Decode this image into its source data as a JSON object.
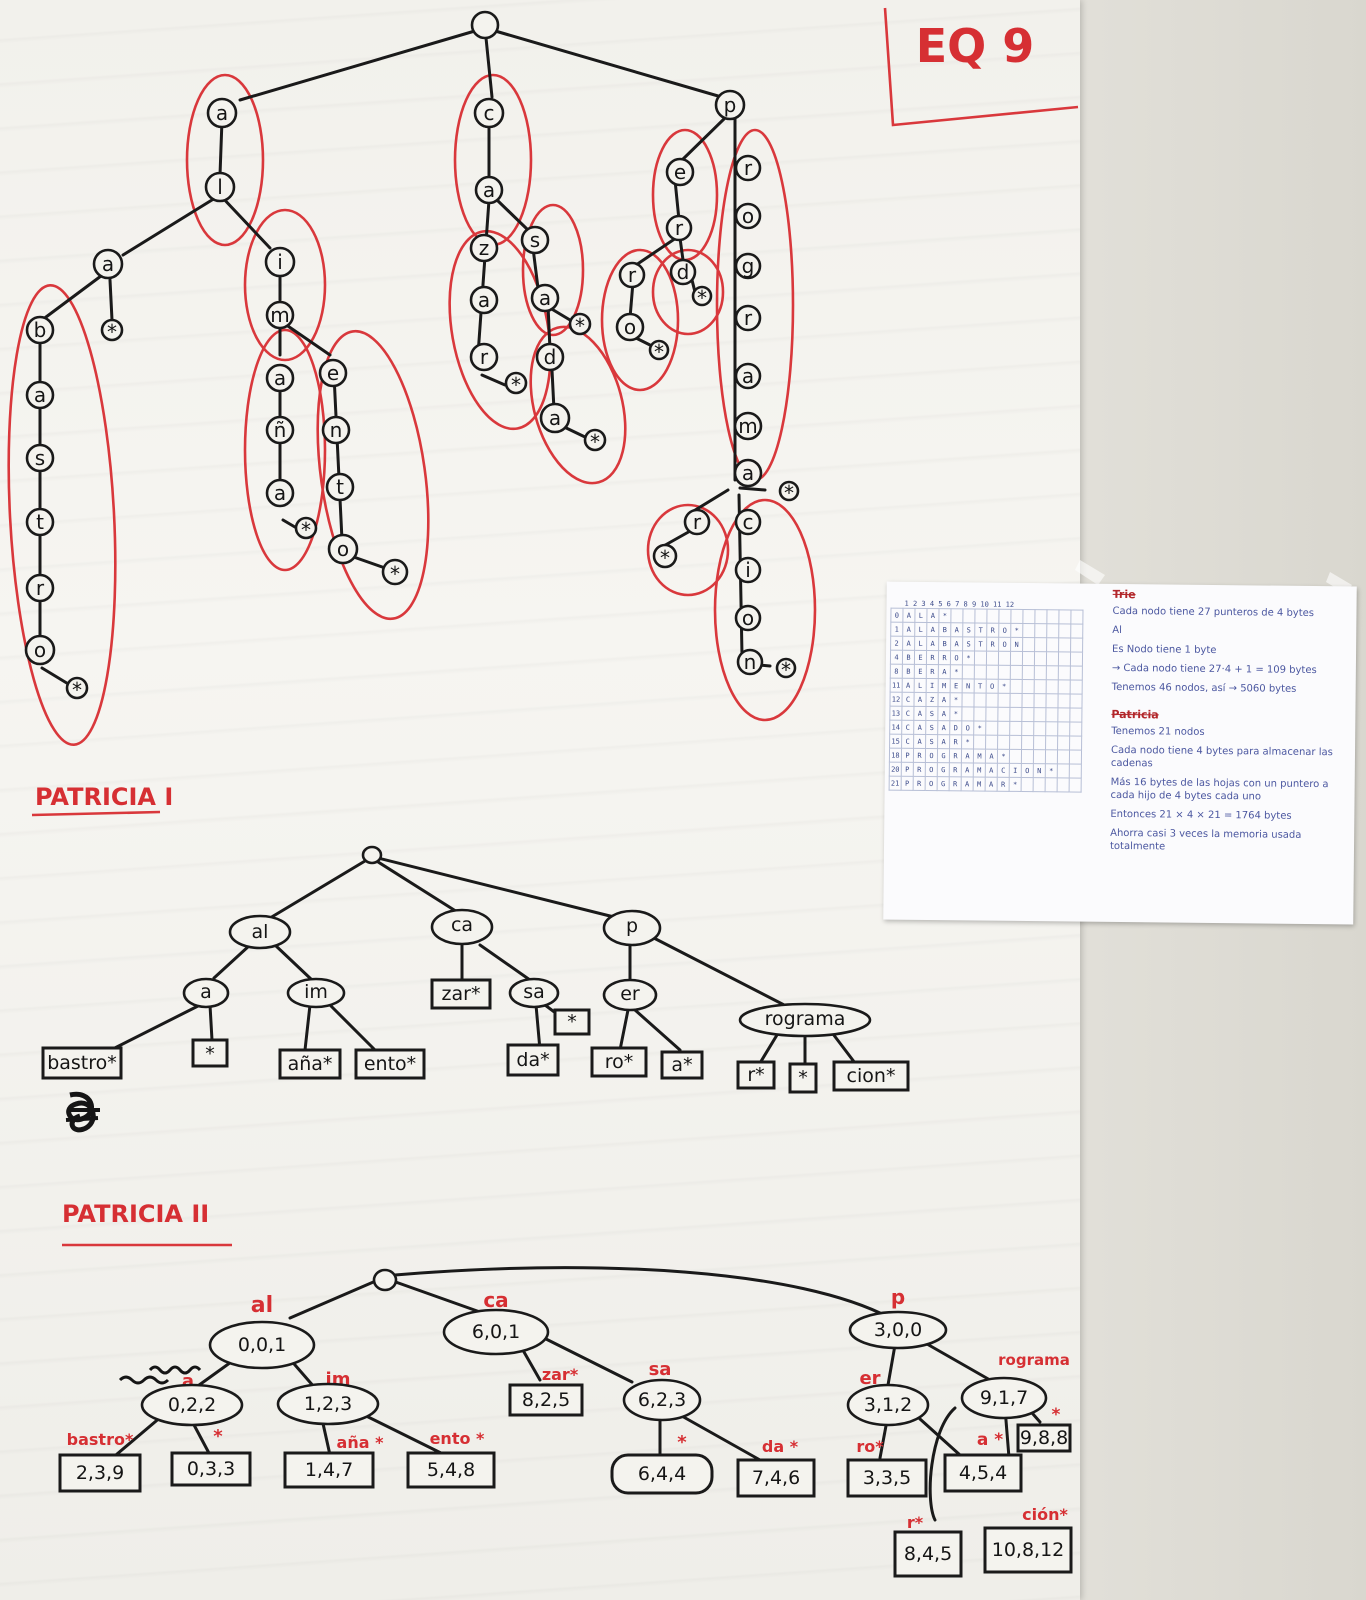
{
  "team_label": "EQ 9",
  "headings": {
    "patricia1": "PATRICIA I",
    "patricia2": "PATRICIA II"
  },
  "colors": {
    "ink": "#151515",
    "red": "#d62f33",
    "paper": "#f4f3ee"
  },
  "trie": {
    "root": "",
    "a_branch": [
      "a",
      "l",
      "a",
      "b",
      "a",
      "s",
      "t",
      "r",
      "o",
      "*",
      "*",
      "i",
      "m",
      "a",
      "ñ",
      "a",
      "*",
      "e",
      "n",
      "t",
      "o",
      "*"
    ],
    "c_branch": [
      "c",
      "a",
      "z",
      "a",
      "r",
      "*",
      "s",
      "a",
      "*",
      "d",
      "a",
      "*"
    ],
    "p_branch": [
      "p",
      "e",
      "r",
      "d",
      "*",
      "r",
      "o",
      "*",
      "r",
      "o",
      "g",
      "r",
      "a",
      "m",
      "a",
      "*",
      "r",
      "*",
      "c",
      "i",
      "o",
      "n",
      "*"
    ]
  },
  "patricia1": {
    "root": "",
    "level1": [
      "al",
      "ca",
      "p"
    ],
    "level2": [
      "a",
      "im",
      "zar*",
      "sa",
      "er",
      "rograma"
    ],
    "leaves": [
      "bastro*",
      "*",
      "aña*",
      "ento*",
      "*",
      "da*",
      "ro*",
      "a*",
      "r*",
      "*",
      "cion*"
    ]
  },
  "patricia2": {
    "nodes": {
      "root": "",
      "al": "0,0,1",
      "ca": "6,0,1",
      "p": "3,0,0",
      "a": "0,2,2",
      "im": "1,2,3",
      "sa": "6,2,3",
      "er": "3,1,2",
      "rograma": "9,1,7",
      "bastro": "2,3,9",
      "a_star": "0,3,3",
      "ana": "1,4,7",
      "ento": "5,4,8",
      "zar": "8,2,5",
      "sa_star": "6,4,4",
      "da": "7,4,6",
      "ro": "3,3,5",
      "a2": "4,5,4",
      "prog_star": "9,8,8",
      "r": "8,4,5",
      "cion": "10,8,12"
    },
    "labels": {
      "al": "al",
      "ca": "ca",
      "p": "p",
      "a": "a",
      "im": "im",
      "sa": "sa",
      "er": "er",
      "rograma": "rograma",
      "bastro": "bastro*",
      "a_star": "*",
      "ana": "aña *",
      "ento": "ento *",
      "zar": "zar*",
      "sa_star": "*",
      "da": "da *",
      "ro": "ro*",
      "a2": "a *",
      "prog_star": "*",
      "r": "r*",
      "cion": "ción*"
    }
  },
  "note": {
    "grid_header": "1 2 3 4 5 6 7 8 9 10 11 12",
    "grid_rows": [
      [
        "0",
        "A L A *"
      ],
      [
        "1",
        "A L A B A S T R O *"
      ],
      [
        "2",
        "A L A B A S T R O N"
      ],
      [
        "4",
        "B E R R O *"
      ],
      [
        "8",
        "B E R A *"
      ],
      [
        "11",
        "A L I M E N T O *"
      ],
      [
        "12",
        "C A Z A *"
      ],
      [
        "13",
        "C A S A *"
      ],
      [
        "14",
        "C A S A D O *"
      ],
      [
        "15",
        "C A S A R *"
      ],
      [
        "18",
        "P R O G R A M A *"
      ],
      [
        "20",
        "P R O G R A M A C I O N *"
      ],
      [
        "21",
        "P R O G R A M A R *"
      ]
    ],
    "trie_title": "Trie",
    "trie_line1": "Cada nodo tiene 27 punteros de 4 bytes",
    "trie_line2": "Al",
    "trie_line3": "Es Nodo tiene 1 byte",
    "trie_line4": "→ Cada nodo tiene 27·4 + 1 = 109 bytes",
    "trie_line5": "Tenemos 46 nodos, así → 5060 bytes",
    "patricia_title": "Patricia",
    "pat_line1": "Tenemos 21 nodos",
    "pat_line2": "Cada nodo tiene 4 bytes para almacenar las cadenas",
    "pat_line3": "Más 16 bytes de las hojas con un puntero a cada hijo de 4 bytes cada uno",
    "pat_line4": "Entonces 21 × 4 × 21 = 1764 bytes",
    "pat_line5": "Ahorra casi 3 veces la memoria usada totalmente"
  }
}
